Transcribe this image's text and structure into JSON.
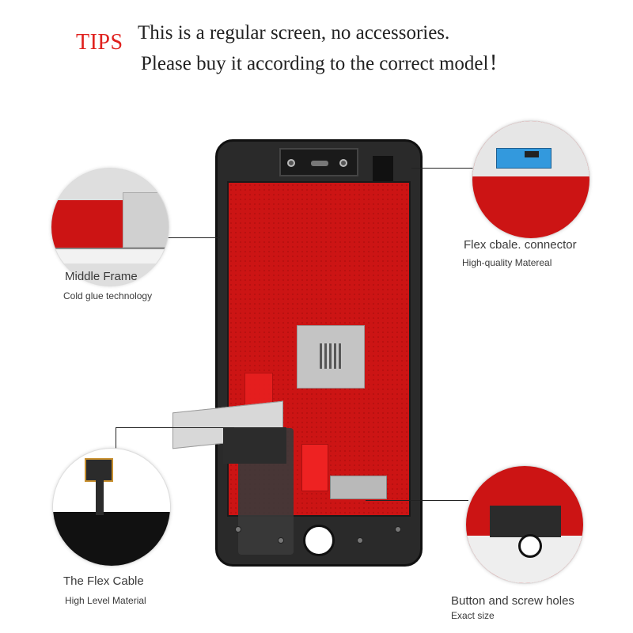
{
  "tips": {
    "label": "TIPS",
    "line1": "This is a regular screen, no accessories.",
    "line2": "Please buy it according to the correct model！",
    "label_color": "#e0211e"
  },
  "callouts": [
    {
      "title": "Middle Frame",
      "subtitle": "Cold glue technology"
    },
    {
      "title": "Flex cbale. connector",
      "subtitle": "High-quality Matereal"
    },
    {
      "title": "The Flex Cable",
      "subtitle": "High Level Material"
    },
    {
      "title": "Button and screw holes",
      "subtitle": "Exact size"
    }
  ],
  "colors": {
    "screen_red": "#cc1414",
    "frame": "#2a2a2a",
    "text": "#3a3a3a"
  },
  "icons": {
    "product": "lcd-screen-assembly-icon",
    "zoom_middle_frame": "middle-frame-detail-icon",
    "zoom_flex_connector": "flex-connector-detail-icon",
    "zoom_flex_cable": "flex-cable-detail-icon",
    "zoom_button": "button-holes-detail-icon"
  }
}
